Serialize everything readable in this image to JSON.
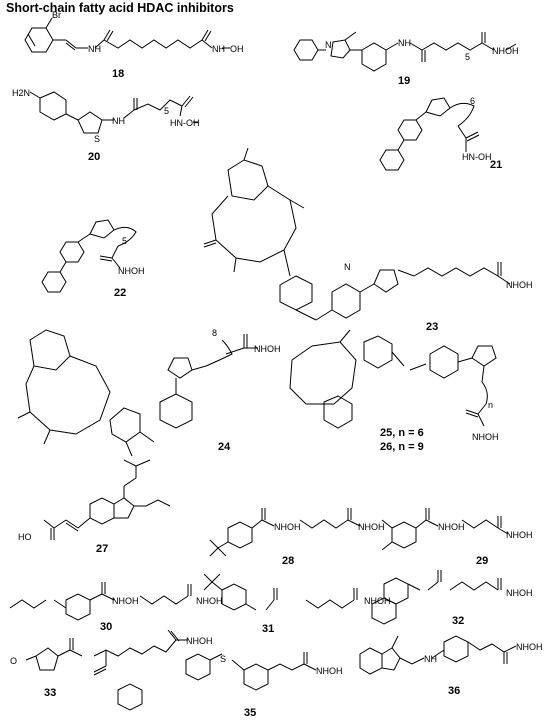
{
  "title": "Short-chain fatty acid HDAC inhibitors",
  "compounds": [
    {
      "id": "18"
    },
    {
      "id": "19"
    },
    {
      "id": "20"
    },
    {
      "id": "21"
    },
    {
      "id": "22"
    },
    {
      "id": "23"
    },
    {
      "id": "24"
    },
    {
      "id": "25, n = 6"
    },
    {
      "id": "26, n = 9"
    },
    {
      "id": "27"
    },
    {
      "id": "28"
    },
    {
      "id": "29"
    },
    {
      "id": "30"
    },
    {
      "id": "31"
    },
    {
      "id": "32"
    },
    {
      "id": "33"
    },
    {
      "id": "35"
    },
    {
      "id": "36"
    }
  ],
  "atoms": {
    "br": "Br",
    "n": "N",
    "h": "H",
    "o": "O",
    "s": "S",
    "nh": "NH",
    "hn": "HN",
    "oh": "OH",
    "ho": "HO",
    "nhoh": "NHOH",
    "nh2": "H2N",
    "hnoh": "HN-OH",
    "nhoh2": "N-OH",
    "five": "5",
    "six": "6",
    "eight": "8",
    "nsub": "n"
  },
  "colors": {
    "ink": "#000000",
    "background": "#ffffff"
  }
}
